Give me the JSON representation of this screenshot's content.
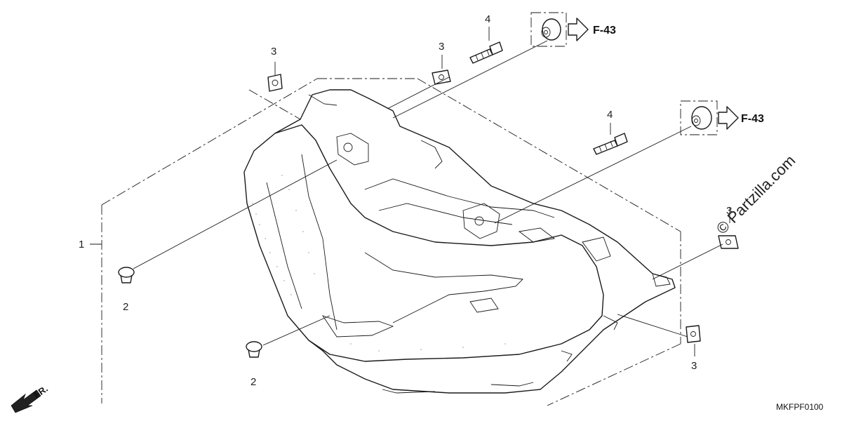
{
  "callouts": {
    "part1": "1",
    "part2_left": "2",
    "part2_bottom": "2",
    "part3_topleft": "3",
    "part3_top": "3",
    "part3_right_upper": "3",
    "part3_right_lower": "3",
    "part4_top": "4",
    "part4_mid": "4"
  },
  "references": {
    "upper": "F-43",
    "lower": "F-43"
  },
  "direction_label": "FR.",
  "diagram_code": "MKFPF0100",
  "watermark": "© Partzilla.com",
  "icons": [
    "front-direction-arrow-icon",
    "reference-arrow-icon"
  ]
}
